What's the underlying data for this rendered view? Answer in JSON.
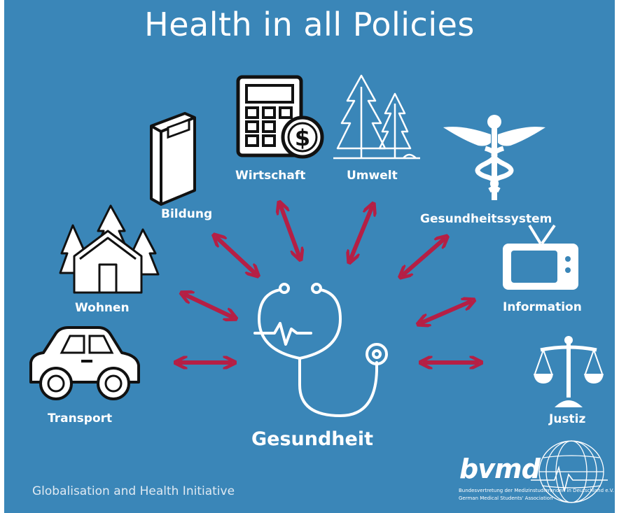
{
  "title": "Health in all Policies",
  "center": "Gesundheit",
  "sectors": {
    "wirtschaft": "Wirtschaft",
    "umwelt": "Umwelt",
    "bildung": "Bildung",
    "gesundheitssystem": "Gesundheitssystem",
    "wohnen": "Wohnen",
    "information": "Information",
    "transport": "Transport",
    "justiz": "Justiz"
  },
  "footer": "Globalisation and Health Initiative",
  "logo": {
    "name": "bvmd",
    "line1": "Bundesvertretung der Medizinstudierenden in Deutschland e.V.",
    "line2": "German Medical Students' Association"
  },
  "colors": {
    "background": "#3a86b8",
    "arrow": "#b51f45",
    "text": "#ffffff"
  }
}
